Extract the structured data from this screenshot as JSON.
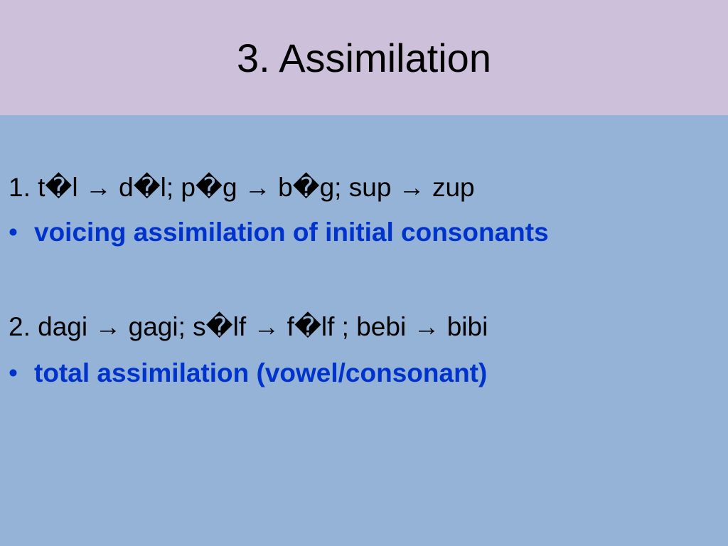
{
  "slide": {
    "title": "3. Assimilation",
    "colors": {
      "title_band": "#CCC0DA",
      "background": "#95B3D7",
      "bullet_text": "#0033CC",
      "body_text": "#000000"
    },
    "items": [
      {
        "example": "1. t�l → d�l; p�g → b�g; sup → zup",
        "bullet_glyph": "•",
        "bullet": "voicing assimilation of initial consonants"
      },
      {
        "example": "2. dagi → gagi; s�lf → f�lf ; bebi → bibi",
        "bullet_glyph": "•",
        "bullet": "total assimilation (vowel/consonant)"
      }
    ]
  }
}
